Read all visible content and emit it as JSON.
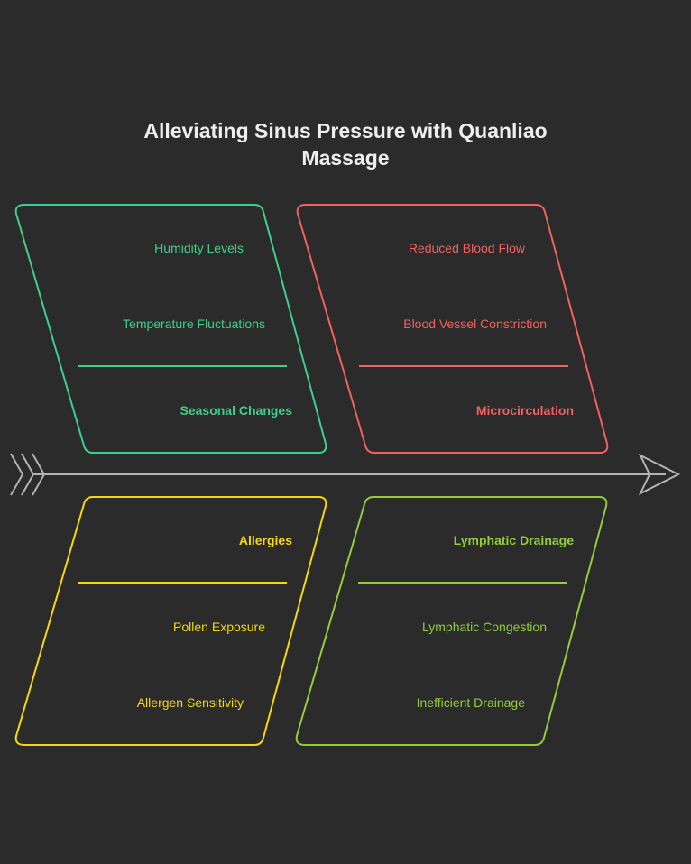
{
  "title": {
    "line1": "Alleviating Sinus Pressure with Quanliao",
    "line2": "Massage"
  },
  "colors": {
    "background": "#2b2b2b",
    "title": "#eeeeee",
    "spine": "#b3b3b3"
  },
  "categories": [
    {
      "id": "seasonal",
      "heading": "Seasonal Changes",
      "color": "#3ecf8e",
      "position": "top-left",
      "causes": [
        "Humidity Levels",
        "Temperature Fluctuations"
      ]
    },
    {
      "id": "microcirculation",
      "heading": "Microcirculation",
      "color": "#f0625f",
      "position": "top-right",
      "causes": [
        "Reduced Blood Flow",
        "Blood Vessel Constriction"
      ]
    },
    {
      "id": "allergies",
      "heading": "Allergies",
      "color": "#f5d90a",
      "position": "bottom-left",
      "causes": [
        "Pollen Exposure",
        "Allergen Sensitivity"
      ]
    },
    {
      "id": "lymphatic",
      "heading": "Lymphatic Drainage",
      "color": "#93cd3a",
      "position": "bottom-right",
      "causes": [
        "Lymphatic Congestion",
        "Inefficient Drainage"
      ]
    }
  ]
}
